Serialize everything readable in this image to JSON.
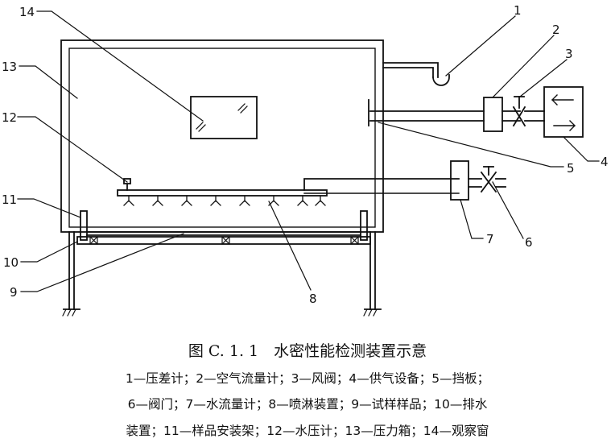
{
  "figure": {
    "title": "图 C. 1. 1　水密性能检测装置示意",
    "legend_lines": [
      "1—压差计；2—空气流量计；3—风阀；4—供气设备；5—挡板；",
      "6—阀门；7—水流量计；8—喷淋装置；9—试样样品；10—排水",
      "装置；11—样品安装架；12—水压计；13—压力箱；14—观察窗"
    ]
  },
  "labels": {
    "n1": "1",
    "n2": "2",
    "n3": "3",
    "n4": "4",
    "n5": "5",
    "n6": "6",
    "n7": "7",
    "n8": "8",
    "n9": "9",
    "n10": "10",
    "n11": "11",
    "n12": "12",
    "n13": "13",
    "n14": "14"
  },
  "colors": {
    "line": "#111111",
    "background": "#ffffff"
  }
}
